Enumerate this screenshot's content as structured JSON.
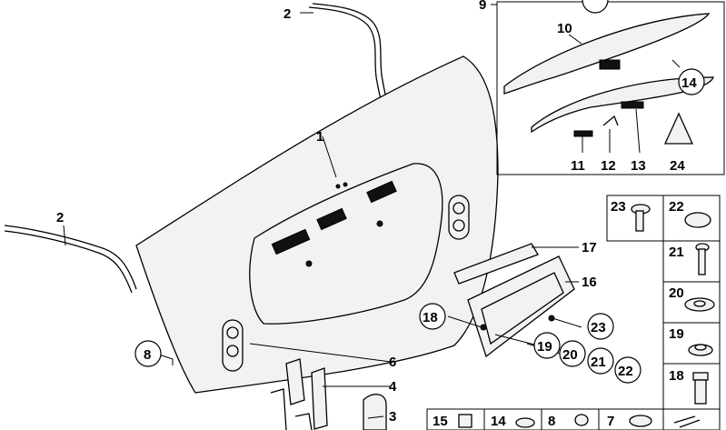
{
  "labels": {
    "l1": "1",
    "l2a": "2",
    "l2b": "2",
    "l3": "3",
    "l4": "4",
    "l6": "6",
    "l8": "8",
    "l9": "9",
    "l10": "10",
    "l11": "11",
    "l12": "12",
    "l13": "13",
    "l14": "14",
    "l16": "16",
    "l17": "17",
    "l18": "18",
    "l19": "19",
    "l20": "20",
    "l21": "21",
    "l22": "22",
    "l23": "23",
    "l24": "24",
    "b23": "23",
    "b22": "22",
    "b21": "21",
    "b20": "20",
    "b19": "19",
    "b18": "18",
    "bot15": "15",
    "bot14": "14",
    "bot8": "8",
    "bot7": "7"
  }
}
